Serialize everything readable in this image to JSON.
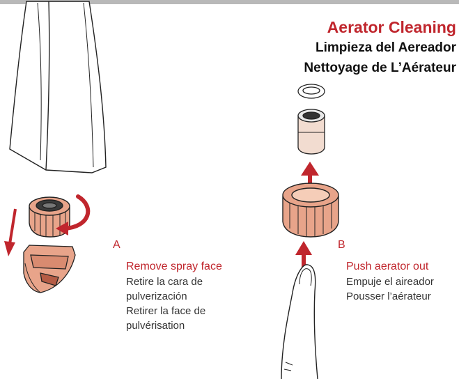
{
  "title": {
    "en": "Aerator Cleaning",
    "es": "Limpieza del Aereador",
    "fr": "Nettoyage de L’Aérateur"
  },
  "steps": [
    {
      "letter": "A",
      "en": "Remove spray face",
      "es": "Retire la cara de pulverización",
      "fr": "Retirer la face de pulvérisation"
    },
    {
      "letter": "B",
      "en": "Push aerator out",
      "es": "Empuje el aireador",
      "fr": "Pousser l’aérateur"
    }
  ],
  "colors": {
    "accent": "#c0262d",
    "part_fill": "#e8a48a",
    "text": "#333333"
  }
}
